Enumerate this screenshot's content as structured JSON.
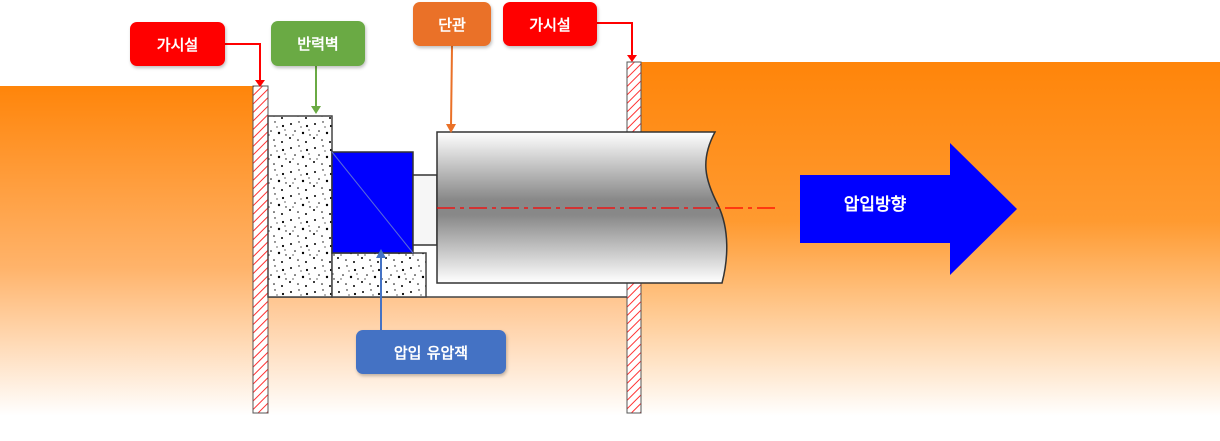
{
  "labels": {
    "temporary_structure_left": "가시설",
    "reaction_wall": "반력벽",
    "steel_pipe": "단관",
    "temporary_structure_right": "가시설",
    "hydraulic_jack": "압입 유압잭"
  },
  "direction_arrow": "압입방향",
  "colors": {
    "ground": "#ff8a10",
    "label_red": "#ff0000",
    "label_green": "#6aaa44",
    "label_orange": "#ea7128",
    "label_blue": "#4472c4",
    "jack": "#0000ff",
    "arrow": "#0000ff"
  }
}
